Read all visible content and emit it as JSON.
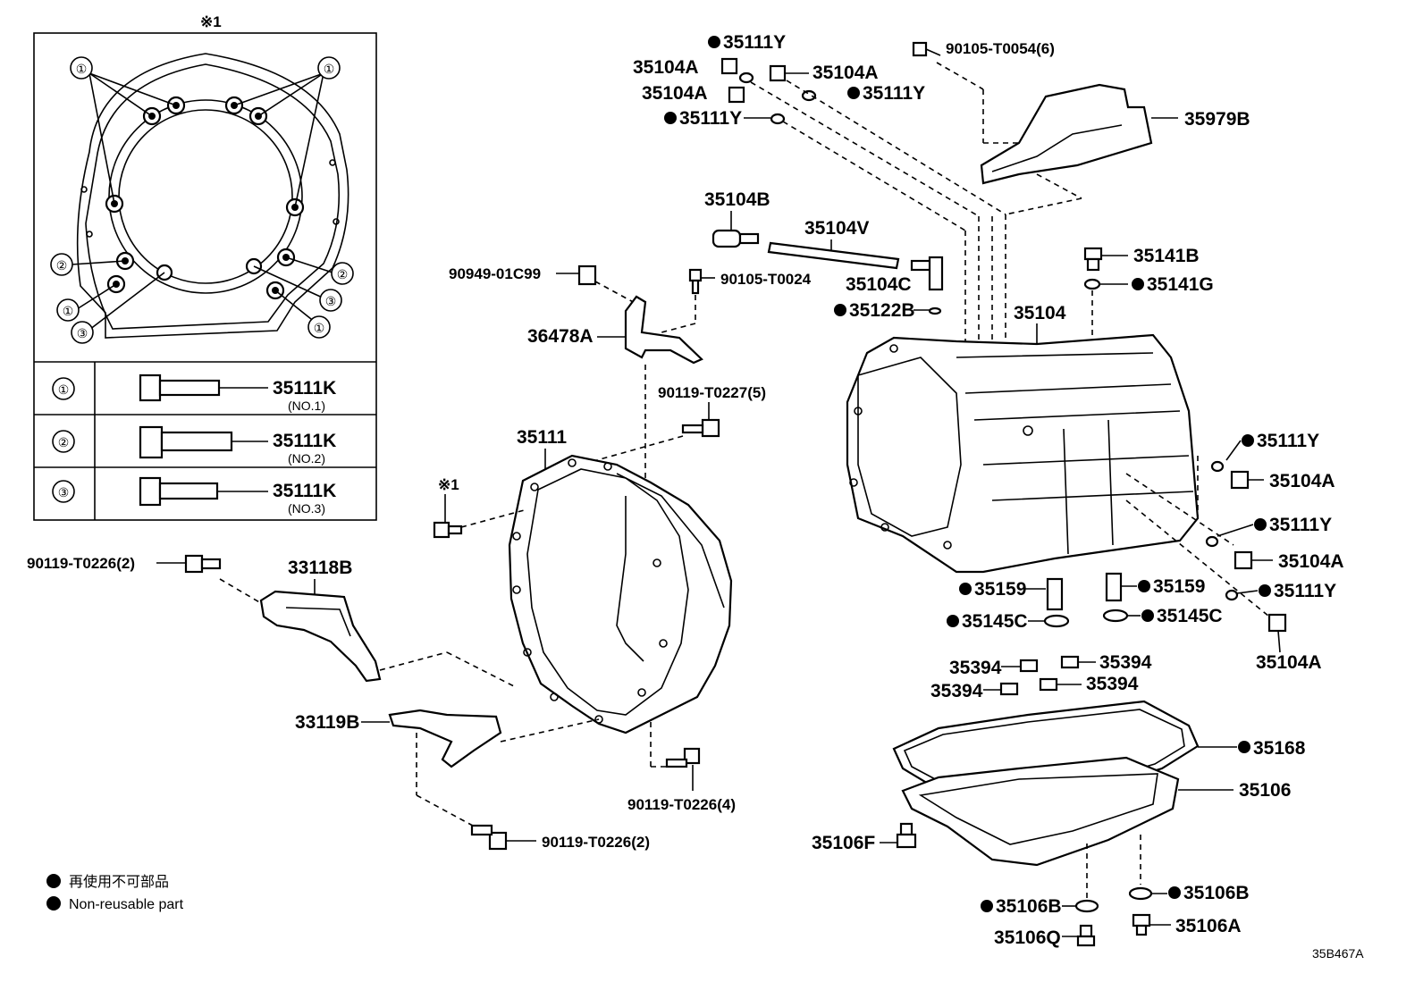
{
  "diagram_code": "35B467A",
  "inset": {
    "note_mark": "※1",
    "callouts": [
      "①",
      "②",
      "③"
    ],
    "rows": [
      {
        "num": "①",
        "part": "35111K",
        "sub": "(NO.1)"
      },
      {
        "num": "②",
        "part": "35111K",
        "sub": "(NO.2)"
      },
      {
        "num": "③",
        "part": "35111K",
        "sub": "(NO.3)"
      }
    ]
  },
  "labels": {
    "p35111Y_a": "35111Y",
    "p35104A_a": "35104A",
    "p35104A_b": "35104A",
    "p35104A_c": "35104A",
    "p35111Y_b": "35111Y",
    "p35111Y_c": "35111Y",
    "p90105_T0054": "90105-T0054(6)",
    "p35979B": "35979B",
    "p35104B": "35104B",
    "p35104V": "35104V",
    "p90949": "90949-01C99",
    "p90105_T0024": "90105-T0024",
    "p35104C": "35104C",
    "p35122B": "35122B",
    "p36478A": "36478A",
    "p35104": "35104",
    "p35141B": "35141B",
    "p35141G": "35141G",
    "p90119_T0227": "90119-T0227(5)",
    "p35111": "35111",
    "note1": "※1",
    "p90119_T0226_2a": "90119-T0226(2)",
    "p33118B": "33118B",
    "p35111Y_d": "35111Y",
    "p35104A_d": "35104A",
    "p35111Y_e": "35111Y",
    "p35104A_e": "35104A",
    "p35111Y_f": "35111Y",
    "p35104A_f": "35104A",
    "p35159_a": "35159",
    "p35159_b": "35159",
    "p35145C_a": "35145C",
    "p35145C_b": "35145C",
    "p35394_a": "35394",
    "p35394_b": "35394",
    "p35394_c": "35394",
    "p35394_d": "35394",
    "p33119B": "33119B",
    "p35168": "35168",
    "p35106": "35106",
    "p90119_T0226_4": "90119-T0226(4)",
    "p35106F": "35106F",
    "p90119_T0226_2b": "90119-T0226(2)",
    "p35106B_a": "35106B",
    "p35106B_b": "35106B",
    "p35106A": "35106A",
    "p35106Q": "35106Q"
  },
  "legend": {
    "jp": "再使用不可部品",
    "en": "Non-reusable part"
  }
}
